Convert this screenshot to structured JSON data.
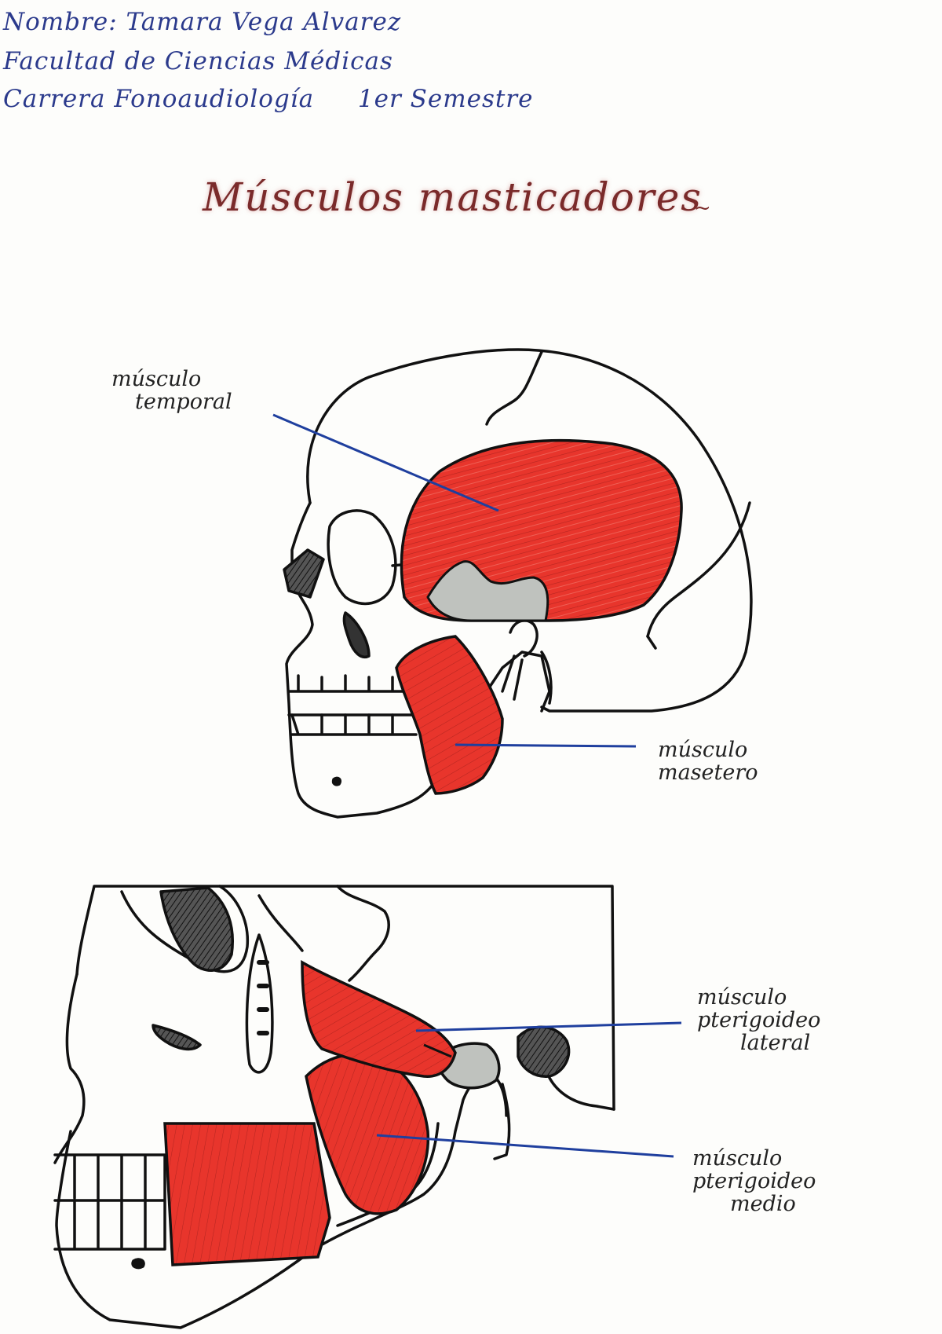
{
  "header": {
    "name_label": "Nombre:",
    "name_value": "Tamara Vega Alvarez",
    "faculty": "Facultad de Ciencias Médicas",
    "career_label": "Carrera",
    "career_value": "Fonoaudiología",
    "semester": "1er Semestre"
  },
  "title": "Músculos masticadores",
  "figures": {
    "lateral_skull": {
      "labels": {
        "temporal": [
          "músculo",
          "temporal"
        ],
        "masseter": [
          "músculo",
          "masetero"
        ]
      }
    },
    "mandible_detail": {
      "labels": {
        "pterygoid_lateral": [
          "músculo",
          "pterigoideo",
          "lateral"
        ],
        "pterygoid_medial": [
          "músculo",
          "pterigoideo",
          "medio"
        ]
      }
    }
  },
  "colors": {
    "muscle": "#e8352c",
    "muscle_fibers": "#a8201c",
    "bone_outline": "#111111",
    "leader_line": "#1f3f9e",
    "header_ink": "#2b3a8c",
    "title_ink": "#7a2a2a",
    "grey_fill": "#b9bcb8"
  }
}
